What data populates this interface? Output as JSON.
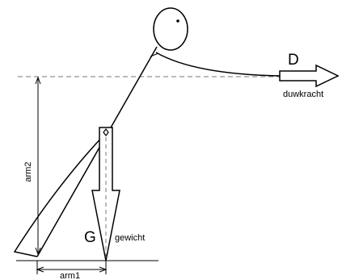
{
  "labels": {
    "force_d": "D",
    "force_d_name": "duwkracht",
    "force_g": "G",
    "force_g_name": "gewicht",
    "arm1": "arm1",
    "arm2": "arm2"
  },
  "colors": {
    "stroke": "#000000",
    "dashed": "#777777"
  }
}
